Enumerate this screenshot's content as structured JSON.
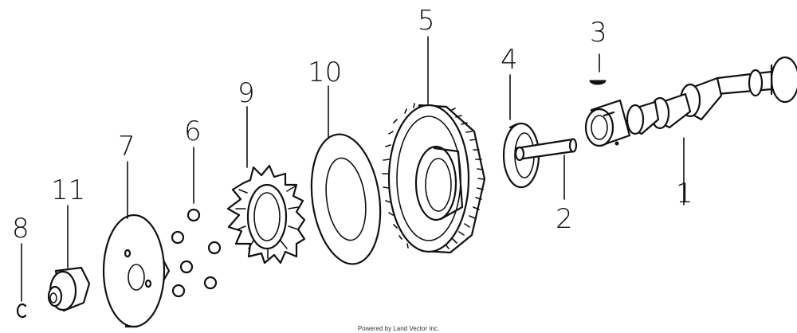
{
  "callouts": {
    "c1": "1",
    "c2": "2",
    "c3": "3",
    "c4": "4",
    "c5": "5",
    "c6": "6",
    "c7": "7",
    "c8": "8",
    "c9": "9",
    "c10": "10",
    "c11": "11"
  },
  "footer": "Powered by Land Vector Inc."
}
